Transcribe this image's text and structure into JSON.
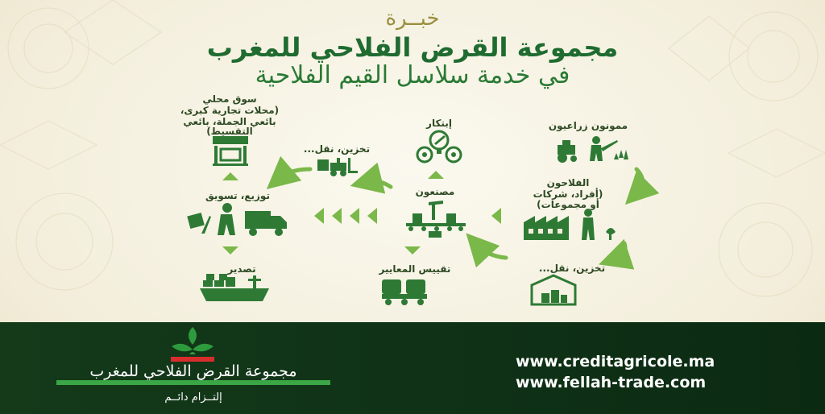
{
  "header": {
    "line1": "خبــرة",
    "line2": "مجموعة القرض الفلاحي للمغرب",
    "line3": "في خدمة سلاسل القيم الفلاحية"
  },
  "nodes": {
    "suppliers": "ممونون زراعيون",
    "innovation": "إبتكار",
    "local_market_1": "سوق محلي",
    "local_market_2": "(محلات تجارية كبرى،",
    "local_market_3": "بائعي الجملة، بائعي",
    "local_market_4": "التقسيط)",
    "storage_top": "تخزين، نقل...",
    "farmers_1": "الفلاحون",
    "farmers_2": "(أفراد، شركات",
    "farmers_3": "أو مجموعات)",
    "manufacturers": "مصنعون",
    "distribution": "توزيع، تسويق",
    "storage_bottom": "تخزين، نقل...",
    "standards": "تقييس المعايير",
    "export": "تصدير"
  },
  "footer": {
    "brand": "مجموعة القرض الفلاحي للمغرب",
    "tagline": "إلتــزام دائــم",
    "url1": "www.creditagricole.ma",
    "url2": "www.fellah-trade.com"
  },
  "colors": {
    "accent_green": "#3aa645",
    "dark_green": "#1f6b30",
    "footer_green": "#123618",
    "brand_red": "#d82d2d"
  }
}
